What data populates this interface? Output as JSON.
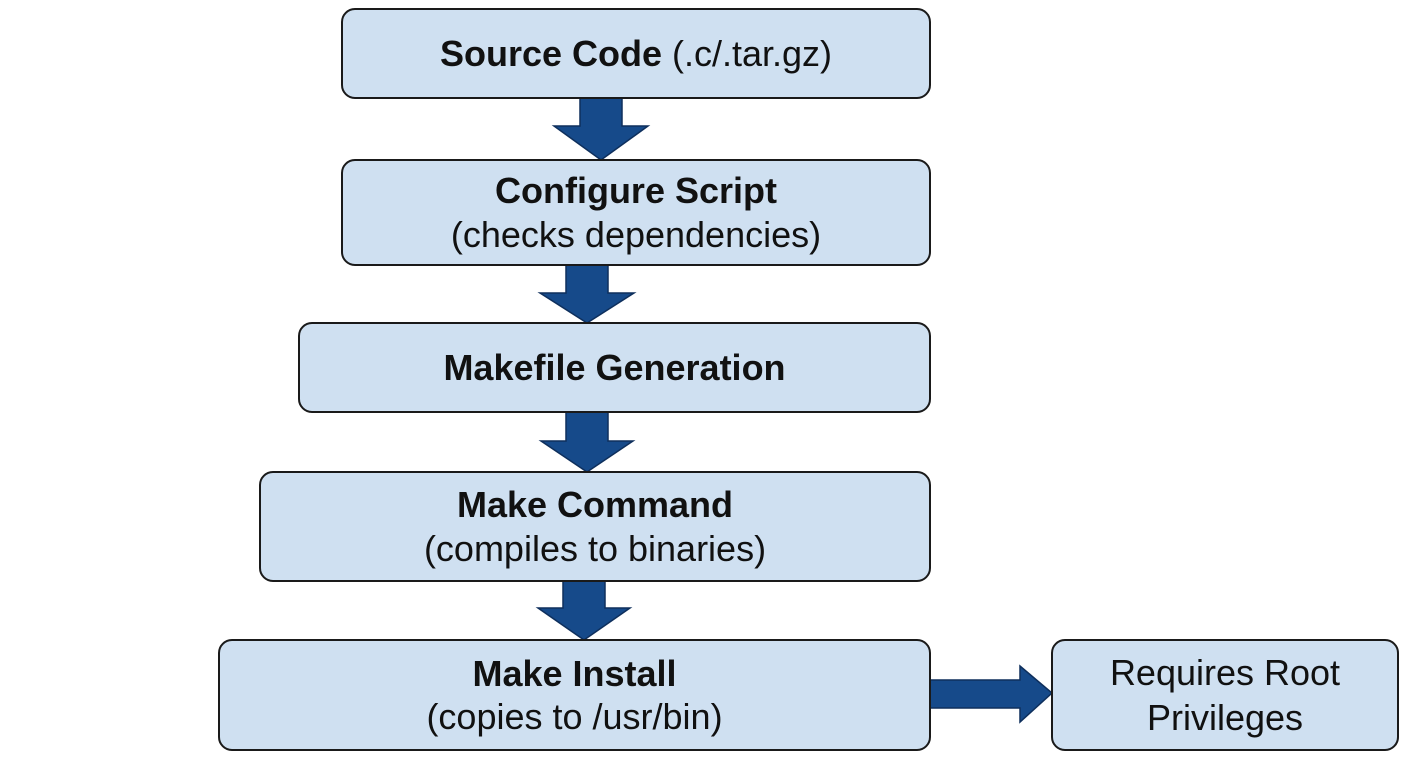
{
  "diagram": {
    "nodes": [
      {
        "id": "source-code",
        "title": "Source Code",
        "subtitle": "(.c/.tar.gz)"
      },
      {
        "id": "configure-script",
        "title": "Configure Script",
        "subtitle": "(checks dependencies)"
      },
      {
        "id": "makefile-generation",
        "title": "Makefile Generation"
      },
      {
        "id": "make-command",
        "title": "Make Command",
        "subtitle": "(compiles to binaries)"
      },
      {
        "id": "make-install",
        "title": "Make Install",
        "subtitle": "(copies to /usr/bin)"
      },
      {
        "id": "root-privileges",
        "line1": "Requires Root",
        "line2": "Privileges"
      }
    ],
    "edges": [
      {
        "from": "source-code",
        "to": "configure-script"
      },
      {
        "from": "configure-script",
        "to": "makefile-generation"
      },
      {
        "from": "makefile-generation",
        "to": "make-command"
      },
      {
        "from": "make-command",
        "to": "make-install"
      },
      {
        "from": "make-install",
        "to": "root-privileges"
      }
    ],
    "colors": {
      "box_fill": "#cfe0f1",
      "box_border": "#1a1a1a",
      "arrow": "#164a8a"
    }
  }
}
